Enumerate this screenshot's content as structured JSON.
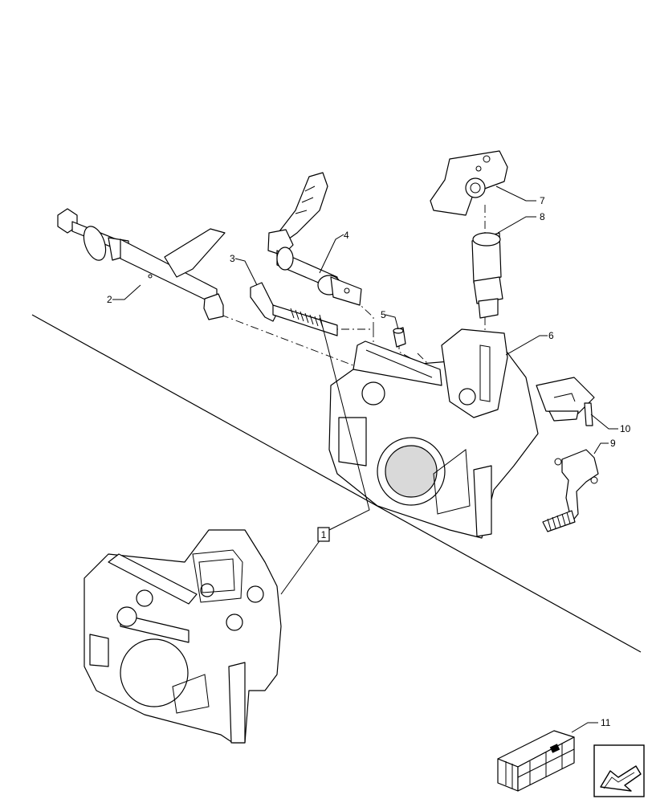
{
  "callouts": [
    {
      "id": "callout-1",
      "text": "1"
    },
    {
      "id": "callout-2",
      "text": "2"
    },
    {
      "id": "callout-3",
      "text": "3"
    },
    {
      "id": "callout-4",
      "text": "4"
    },
    {
      "id": "callout-5",
      "text": "5"
    },
    {
      "id": "callout-6",
      "text": "6"
    },
    {
      "id": "callout-7",
      "text": "7"
    },
    {
      "id": "callout-8",
      "text": "8"
    },
    {
      "id": "callout-9",
      "text": "9"
    },
    {
      "id": "callout-10",
      "text": "10"
    },
    {
      "id": "callout-11",
      "text": "11"
    }
  ],
  "icons": {
    "parts_kit": "crate-icon",
    "navigation": "back-arrow-icon"
  }
}
